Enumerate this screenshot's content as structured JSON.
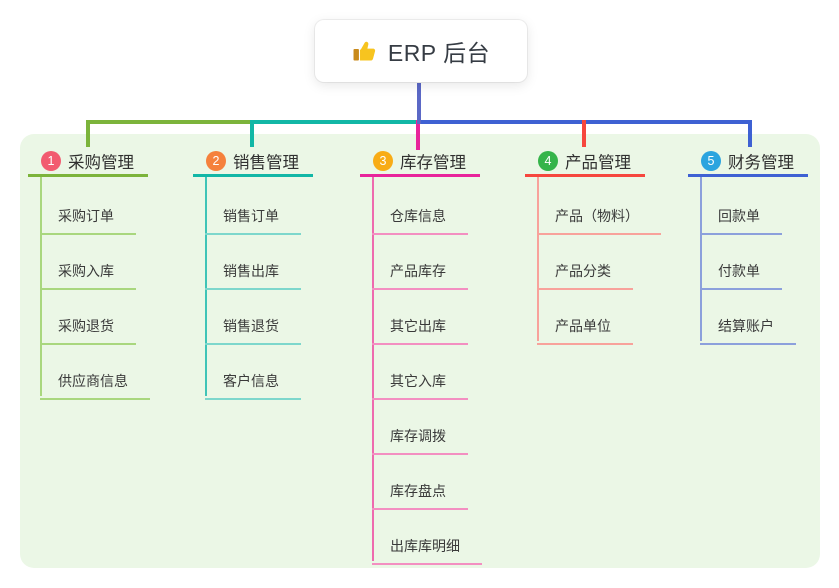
{
  "root": {
    "icon": "thumbs-up-icon",
    "label": "ERP 后台"
  },
  "panel": {
    "background": "#EBF7E6"
  },
  "connector_colors": {
    "root_line": "#5B68C6"
  },
  "branches": [
    {
      "badge": "1",
      "badge_color": "#F25B70",
      "label": "采购管理",
      "line_color": "#7CB43B",
      "item_line_color": "#A9D77E",
      "trunk_color": "#A9D77E",
      "items": [
        "采购订单",
        "采购入库",
        "采购退货",
        "供应商信息"
      ]
    },
    {
      "badge": "2",
      "badge_color": "#F5813C",
      "label": "销售管理",
      "line_color": "#12B7A6",
      "item_line_color": "#7DD7CC",
      "trunk_color": "#3FC4B7",
      "items": [
        "销售订单",
        "销售出库",
        "销售退货",
        "客户信息"
      ]
    },
    {
      "badge": "3",
      "badge_color": "#F8AC16",
      "label": "库存管理",
      "line_color": "#E8249B",
      "item_line_color": "#F38FC1",
      "trunk_color": "#EE6AAE",
      "items": [
        "仓库信息",
        "产品库存",
        "其它出库",
        "其它入库",
        "库存调拨",
        "库存盘点",
        "出库库明细"
      ]
    },
    {
      "badge": "4",
      "badge_color": "#35B44A",
      "label": "产品管理",
      "line_color": "#F6473E",
      "item_line_color": "#F8A29B",
      "trunk_color": "#F8A29B",
      "items": [
        "产品（物料）",
        "产品分类",
        "产品单位"
      ]
    },
    {
      "badge": "5",
      "badge_color": "#2BA4DF",
      "label": "财务管理",
      "line_color": "#3E61D3",
      "item_line_color": "#8CA0DC",
      "trunk_color": "#8CA0DC",
      "items": [
        "回款单",
        "付款单",
        "结算账户"
      ]
    }
  ]
}
